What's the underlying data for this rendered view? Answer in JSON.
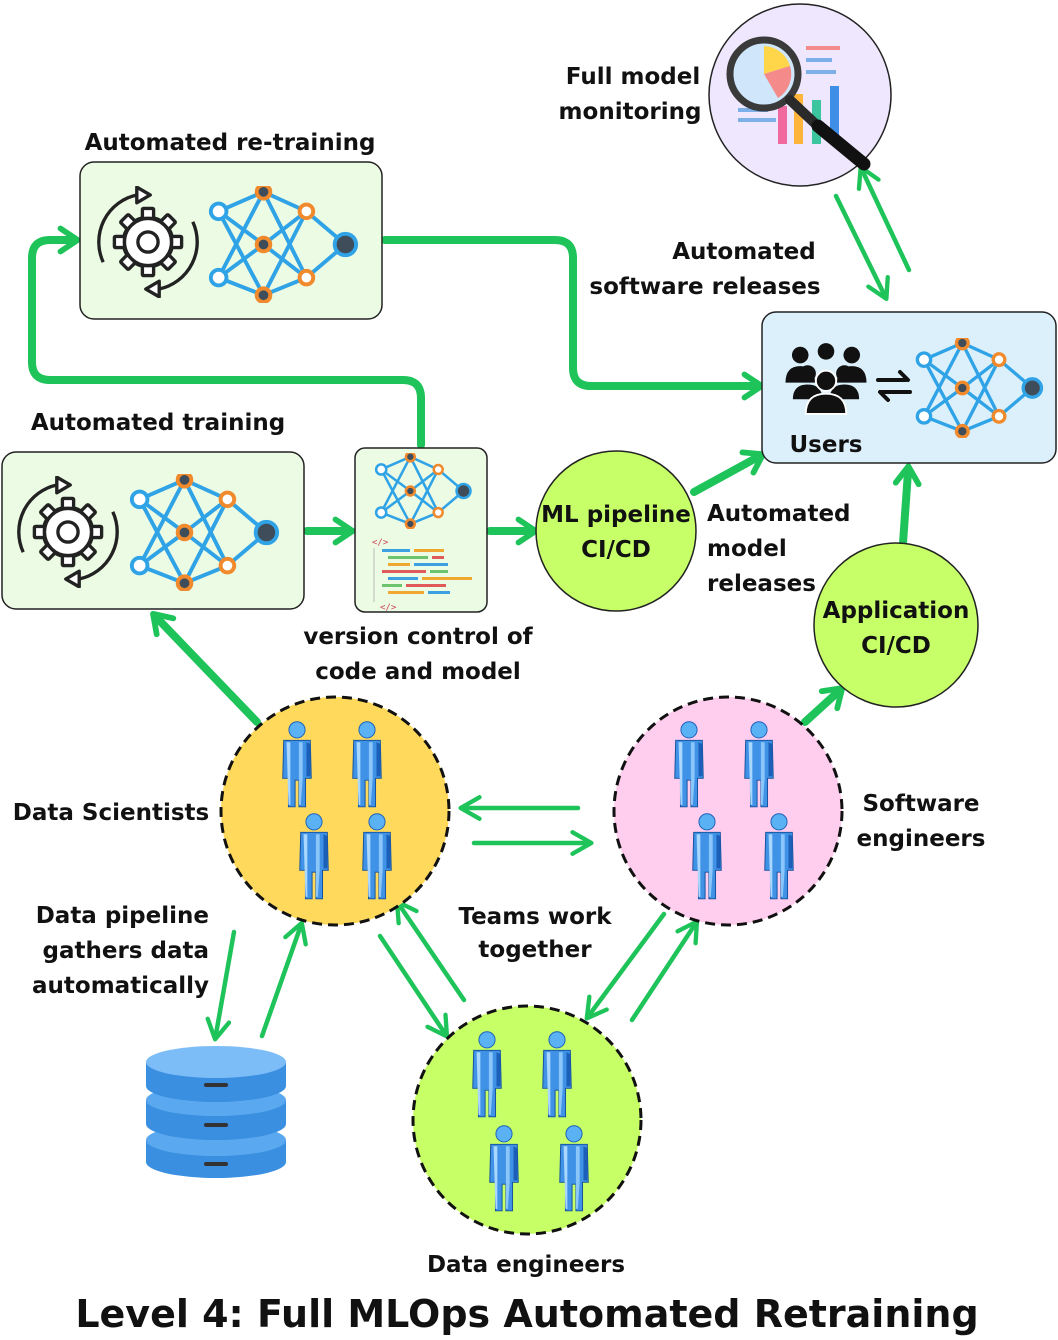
{
  "title": "Level 4: Full MLOps Automated Retraining",
  "nodes": {
    "retraining": {
      "label": "Automated  re-training"
    },
    "training": {
      "label": "Automated training"
    },
    "version_control": {
      "label_line1": "version control of",
      "label_line2": "code and model"
    },
    "ml_pipeline": {
      "label_line1": "ML pipeline",
      "label_line2": "CI/CD"
    },
    "application": {
      "label_line1": "Application",
      "label_line2": "CI/CD"
    },
    "users": {
      "label": "Users"
    },
    "monitoring": {
      "label_line1": "Full model",
      "label_line2": "monitoring"
    },
    "data_scientists": {
      "label": "Data Scientists"
    },
    "software_engineers": {
      "label_line1": "Software",
      "label_line2": "engineers"
    },
    "data_engineers": {
      "label": "Data engineers"
    }
  },
  "annotations": {
    "software_releases_line1": "Automated",
    "software_releases_line2": "software releases",
    "model_releases_line1": "Automated",
    "model_releases_line2": "model",
    "model_releases_line3": "releases",
    "teams_line1": "Teams work",
    "teams_line2": "together",
    "pipeline_line1": "Data pipeline",
    "pipeline_line2": "gathers data",
    "pipeline_line3": "automatically"
  },
  "icons": {
    "gear": "gear-cycle-icon",
    "network": "neural-network-icon",
    "code": "code-document-icon",
    "users": "users-group-icon",
    "person": "person-figure-icon",
    "database": "database-icon",
    "monitor": "magnifier-chart-icon"
  },
  "colors": {
    "arrow": "#1ec35a",
    "box_green": "#ecfbe4",
    "box_blue": "#dcf0fc",
    "box_lavender": "#efe7fd",
    "cicd_circle": "#c6ff68",
    "scientists_circle": "#ffd95c",
    "engineers_circle": "#ffcdee",
    "data_eng_circle": "#c7ff66",
    "database": "#4aa3ee"
  }
}
